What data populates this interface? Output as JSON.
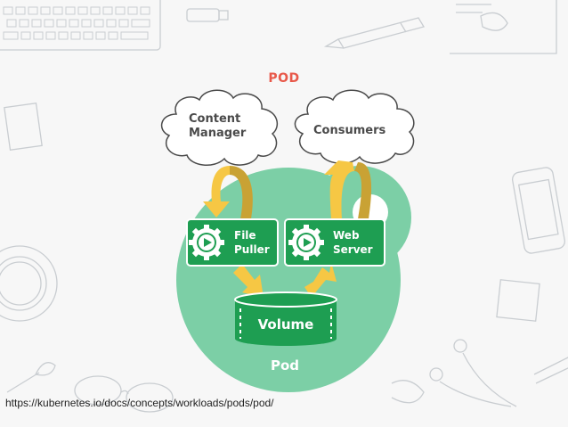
{
  "diagram": {
    "title": "POD",
    "clouds": {
      "content_manager": [
        "Content",
        "Manager"
      ],
      "consumers": "Consumers"
    },
    "containers": {
      "file_puller": [
        "File",
        "Puller"
      ],
      "web_server": [
        "Web",
        "Server"
      ]
    },
    "volume_label": "Volume",
    "pod_label": "Pod"
  },
  "caption": {
    "url": "https://kubernetes.io/docs/concepts/workloads/pods/pod/"
  },
  "colors": {
    "pod_fill": "#7ccfa6",
    "container_fill": "#1e9e52",
    "arrow_yellow": "#f6c744",
    "arrow_gold": "#c9a234",
    "title": "#e8594a",
    "sketch": "#c9cdd1"
  }
}
